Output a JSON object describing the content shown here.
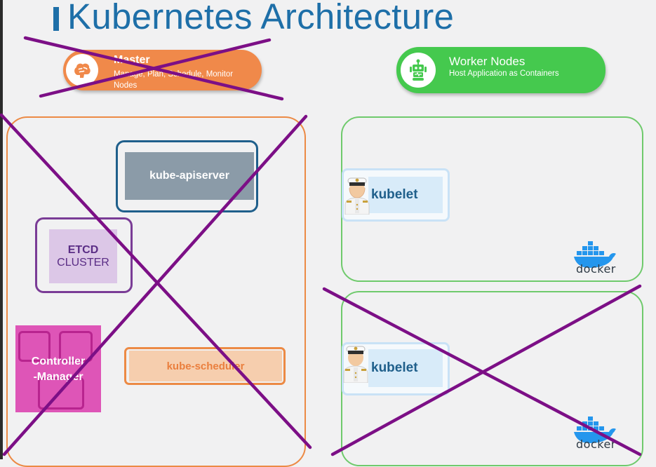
{
  "title": "Kubernetes Architecture",
  "master": {
    "title": "Master",
    "subtitle": "Manage, Plan, Schedule, Monitor Nodes",
    "icon": "brain-icon",
    "color": "#f0894a"
  },
  "worker_nodes": {
    "title": "Worker Nodes",
    "subtitle": "Host Application as Containers",
    "icon": "robot-icon",
    "color": "#45c94e"
  },
  "components": {
    "apiserver": "kube-apiserver",
    "etcd_line1": "ETCD",
    "etcd_line2": "CLUSTER",
    "controller_line1": "Controller",
    "controller_line2": "-Manager",
    "scheduler": "kube-scheduler"
  },
  "workers": [
    {
      "kubelet": "kubelet",
      "runtime": "docker"
    },
    {
      "kubelet": "kubelet",
      "runtime": "docker"
    }
  ],
  "cross_color": "#7c0f86"
}
